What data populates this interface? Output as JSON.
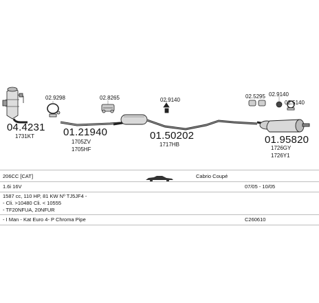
{
  "parts": {
    "cat": {
      "number": "04.4231",
      "sub1": "1731KT",
      "small": ""
    },
    "clamp1": {
      "small": "02.9298"
    },
    "pipe1": {
      "number": "01.21940",
      "sub1": "1705ZV",
      "sub2": "1705HF"
    },
    "clamp2": {
      "small": "02.8265"
    },
    "mid": {
      "number": "01.50202",
      "sub1": "1717HB",
      "small": "02.9140"
    },
    "rear": {
      "number": "01.95820",
      "sub1": "1726GY",
      "sub2": "1726Y1"
    },
    "rubber1": {
      "small": "02.5295"
    },
    "rubber2": {
      "small": "02.9140"
    },
    "clamp3": {
      "small": "02.5140"
    }
  },
  "info": {
    "row1": {
      "model": "206CC [CAT]",
      "body": "Cabrio Coupé"
    },
    "row2": {
      "engine": "1.6i 16V",
      "years": "07/05 - 10/05"
    },
    "row3": {
      "text": "1587 cc, 110 HP, 81 KW Nº TJ5JF4 -"
    },
    "row4": {
      "text": "- Cli. >10480 Cli. < 10555"
    },
    "row5": {
      "text": "- TF20NFUA, 20NFUR"
    },
    "row6": {
      "desc": "- I Man - Kat Euro 4- P Chroma Pipe",
      "code": "C260610"
    }
  },
  "colors": {
    "line": "#bdbdbd",
    "text": "#111111"
  }
}
